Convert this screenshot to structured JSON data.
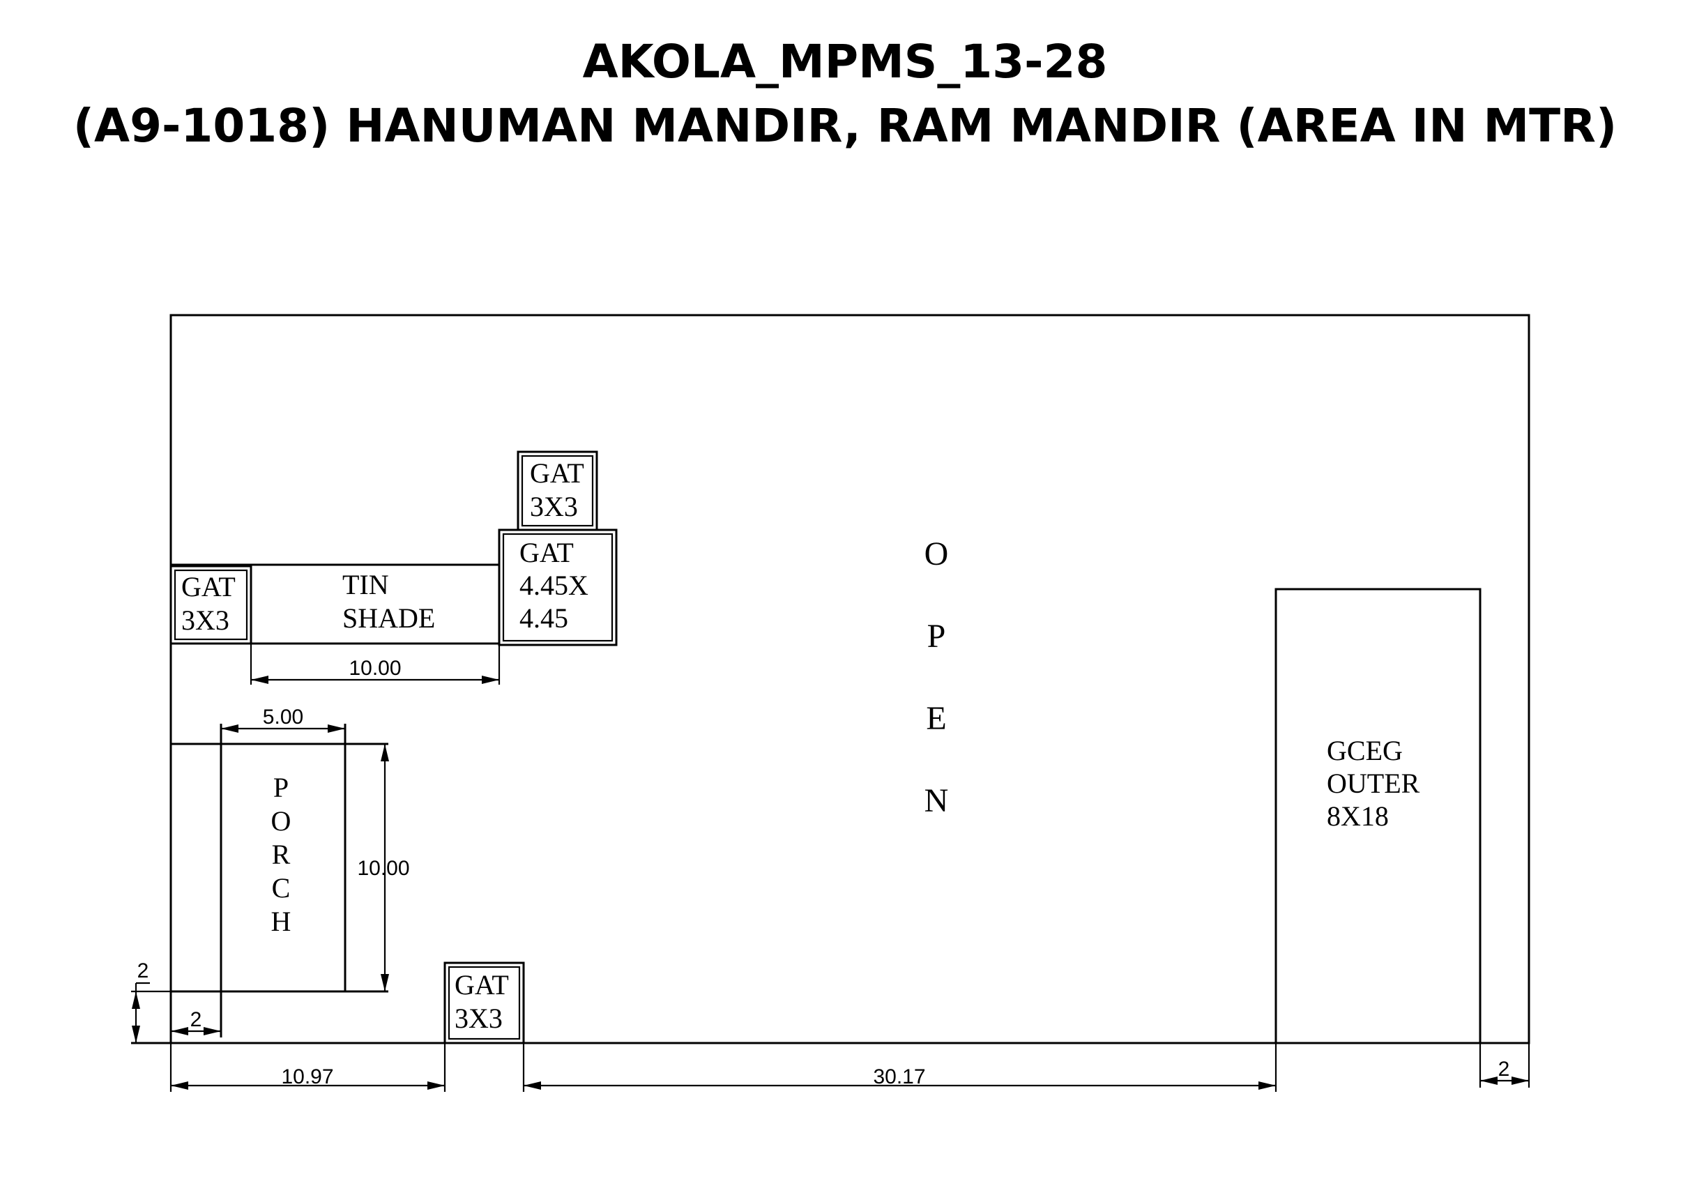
{
  "title": {
    "line1": "AKOLA_MPMS_13-28",
    "line2": "(A9-1018) HANUMAN MANDIR, RAM MANDIR (AREA IN MTR)"
  },
  "labels": {
    "gat_top": [
      "GAT",
      "3X3"
    ],
    "gat_center": [
      "GAT",
      "4.45X",
      "4.45"
    ],
    "gat_left": [
      "GAT",
      "3X3"
    ],
    "tin_shade": [
      "TIN",
      "SHADE"
    ],
    "gat_bottom": [
      "GAT",
      "3X3"
    ],
    "gceg_outer": [
      "GCEG",
      "OUTER",
      "8X18"
    ],
    "open": [
      "O",
      "P",
      "E",
      "N"
    ],
    "porch": [
      "P",
      "O",
      "R",
      "C",
      "H"
    ]
  },
  "dimensions": {
    "tin_shade_width": "10.00",
    "porch_width": "5.00",
    "porch_height": "10.00",
    "setback_vertical": "2",
    "setback_left": "2",
    "bottom_left": "10.97",
    "bottom_middle": "30.17",
    "setback_right": "2"
  },
  "colors": {
    "line": "#000000",
    "background": "#ffffff"
  }
}
